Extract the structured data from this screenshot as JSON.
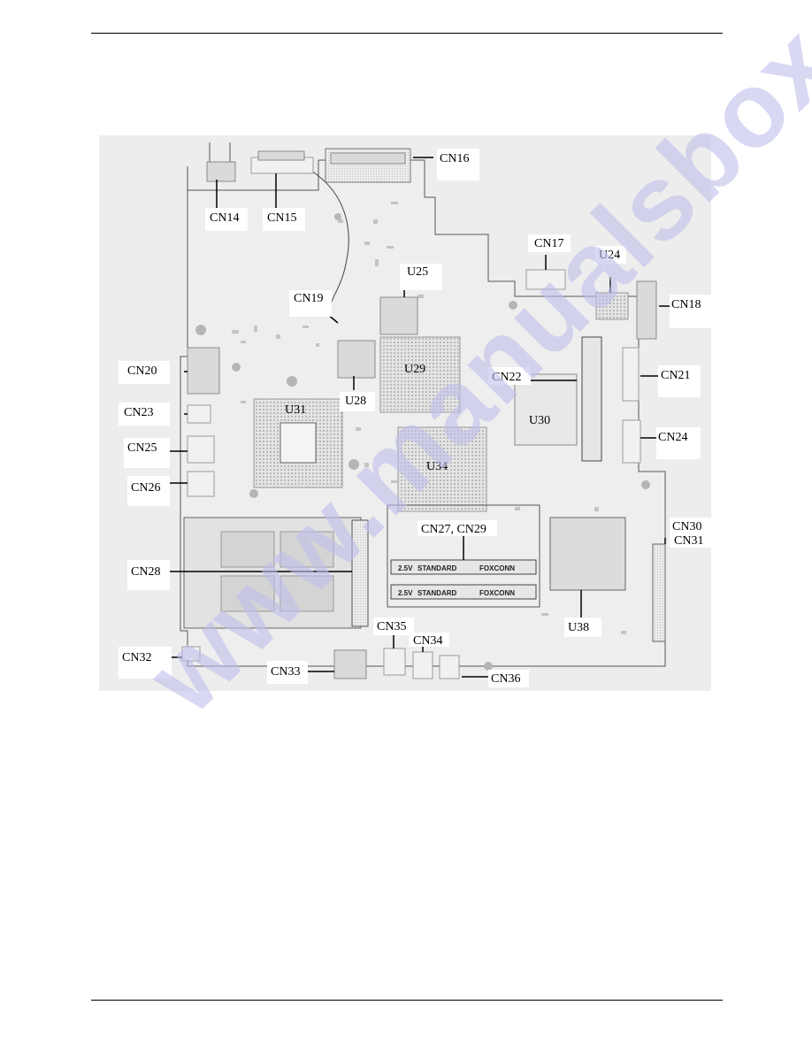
{
  "page": {
    "top_rule": true,
    "bottom_rule": true
  },
  "board": {
    "background": "#ededed",
    "labels": {
      "cn14": "CN14",
      "cn15": "CN15",
      "cn16": "CN16",
      "cn17": "CN17",
      "cn18": "CN18",
      "cn19": "CN19",
      "cn20": "CN20",
      "cn21": "CN21",
      "cn22": "CN22",
      "cn23": "CN23",
      "cn24": "CN24",
      "cn25": "CN25",
      "cn26": "CN26",
      "cn27_29": "CN27, CN29",
      "cn28": "CN28",
      "cn30": "CN30",
      "cn31": "CN31",
      "cn32": "CN32",
      "cn33": "CN33",
      "cn34": "CN34",
      "cn35": "CN35",
      "cn36": "CN36",
      "u24": "U24",
      "u25": "U25",
      "u28": "U28",
      "u29": "U29",
      "u30": "U30",
      "u31": "U31",
      "u34": "U34",
      "u38": "U38"
    },
    "dimm": {
      "slot1": {
        "voltage": "2.5V",
        "type": "STANDARD",
        "vendor": "FOXCONN"
      },
      "slot2": {
        "voltage": "2.5V",
        "type": "STANDARD",
        "vendor": "FOXCONN"
      }
    }
  },
  "watermark": {
    "text": "www.manualsbox.com",
    "color": "#bebeeb"
  }
}
